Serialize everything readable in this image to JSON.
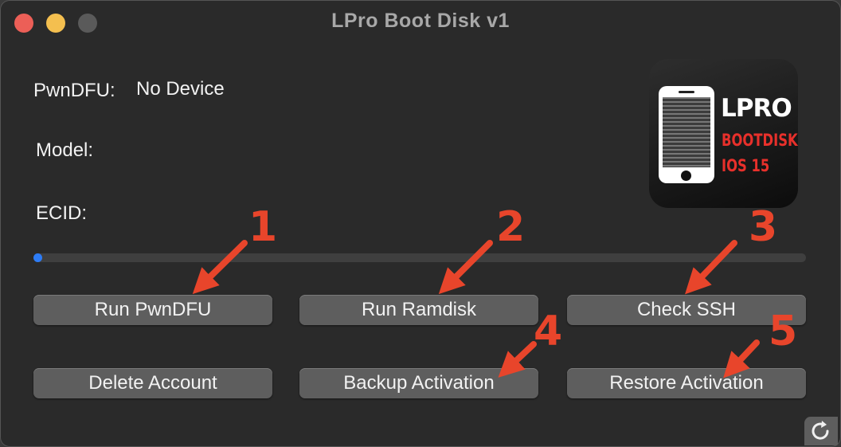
{
  "window": {
    "title": "LPro Boot Disk v1"
  },
  "labels": {
    "pwndfu_label": "PwnDFU:",
    "pwndfu_value": "No Device",
    "model_label": "Model:",
    "ecid_label": "ECID:"
  },
  "logo": {
    "line1": "LPRO",
    "line2": "BOOTDISK",
    "line3": "IOS 15"
  },
  "progress": {
    "value": 0.006,
    "color": "#2d7cf6"
  },
  "buttons": {
    "run_pwndfu": "Run PwnDFU",
    "run_ramdisk": "Run Ramdisk",
    "check_ssh": "Check SSH",
    "delete_account": "Delete Account",
    "backup_activation": "Backup Activation",
    "restore_activation": "Restore Activation"
  },
  "annotations": [
    "1",
    "2",
    "3",
    "4",
    "5"
  ],
  "colors": {
    "annotation": "#e8452b",
    "traffic_close": "#ec5f57",
    "traffic_min": "#f4bf4f"
  },
  "icons": {
    "refresh": "refresh-icon"
  }
}
